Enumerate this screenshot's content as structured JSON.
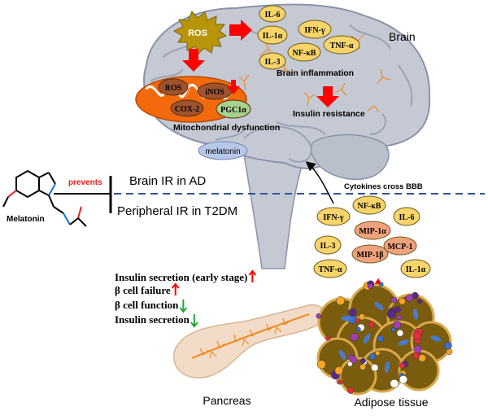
{
  "ros_burst": "ROS",
  "brain_label": "Brain",
  "brain_cytokines": [
    "IL-6",
    "IFN-γ",
    "IL-1α",
    "TNF-α",
    "NF-κB",
    "IL-3"
  ],
  "brain_inflammation": "Brain inflammation",
  "insulin_resistance": "Insulin resistance",
  "mito_items": [
    "ROS",
    "iNOS",
    "COX-2",
    "PGC1α"
  ],
  "mito_dysfunction": "Mitochondrial dysfunction",
  "melatonin_oval": "melatonin",
  "prevents": "prevents",
  "melatonin_label": "Melatonin",
  "brain_ir": "Brain IR in AD",
  "peripheral_ir": "Peripheral IR in T2DM",
  "cytokines_bbb": "Cytokines cross BBB",
  "adipose_cytokines": [
    "NF-κB",
    "IFN-γ",
    "MIP-1α",
    "IL-6",
    "IL-3",
    "MIP-1β",
    "MCP-1",
    "TNF-α",
    "IL-1α"
  ],
  "pancreas_effects": [
    "Insulin secretion (early stage)",
    "β cell failure",
    "β cell function",
    "Insulin secretion"
  ],
  "pancreas_label": "Pancreas",
  "adipose_label": "Adipose tissue",
  "colors": {
    "brain": "#c4c9d4",
    "brain_outline": "#8a93a6",
    "cytokine_fill": "#f7d56a",
    "salmon": "#f0a27c",
    "mito_orange": "#f36a0d",
    "red_arrow": "#ff0000",
    "green_arrow": "#22a83a",
    "divider": "#2f5597",
    "prevents": "#e0201b",
    "melatonin_oval": "#b8c8e8",
    "pgc_green": "#a7d08c",
    "ros_olive": "#b8940b"
  }
}
